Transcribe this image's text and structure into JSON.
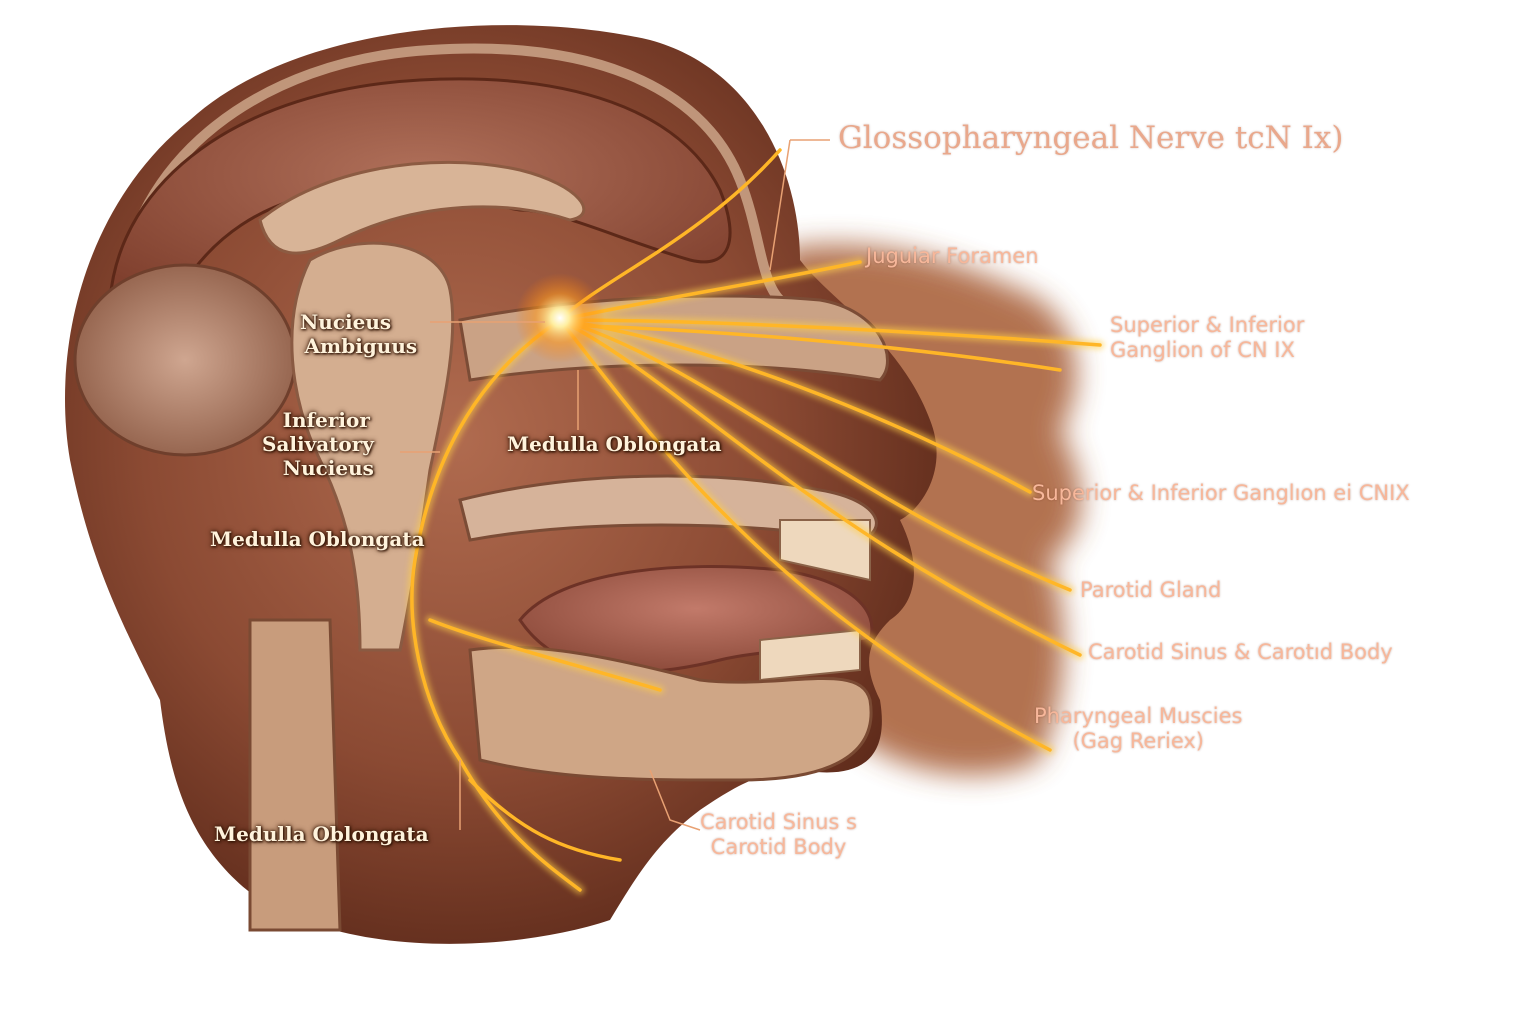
{
  "title": "Glossopharyngeal Nerve tcN Ix)",
  "labels": {
    "jugular_foramen": "Juguiar Foramen",
    "ganglion_1": [
      "Superior & Inferior",
      "Ganglion of CN IX"
    ],
    "ganglion_2": "Superior & Inferior Ganglıon ei CNIX",
    "parotid_gland": "Parotid Gland",
    "carotid_right": "Carotid Sinus & Carotıd Body",
    "pharyngeal": [
      "Pharyngeal Muscies",
      "(Gag Reriex)"
    ],
    "carotid_bottom": [
      "Carotid Sinus s",
      "Carotid Body"
    ],
    "nucleus_ambiguus": [
      "Nucieus",
      "Ambiguus"
    ],
    "inferior_salivatory": [
      "Inferior",
      "Salivatory",
      "Nucieus"
    ],
    "medulla_center": "Medulla Oblongata",
    "medulla_left": "Medulla Oblongata",
    "medulla_bottom": "Medulla Oblongata"
  },
  "colors": {
    "nerve": "#ffb627",
    "nerve_glow": "#fff2a8",
    "tissue_dark": "#6e3221",
    "tissue_mid": "#a4624a",
    "tissue_light": "#d9b08f",
    "label_light": "#f7b79a",
    "label_inner": "#fff3dc"
  }
}
